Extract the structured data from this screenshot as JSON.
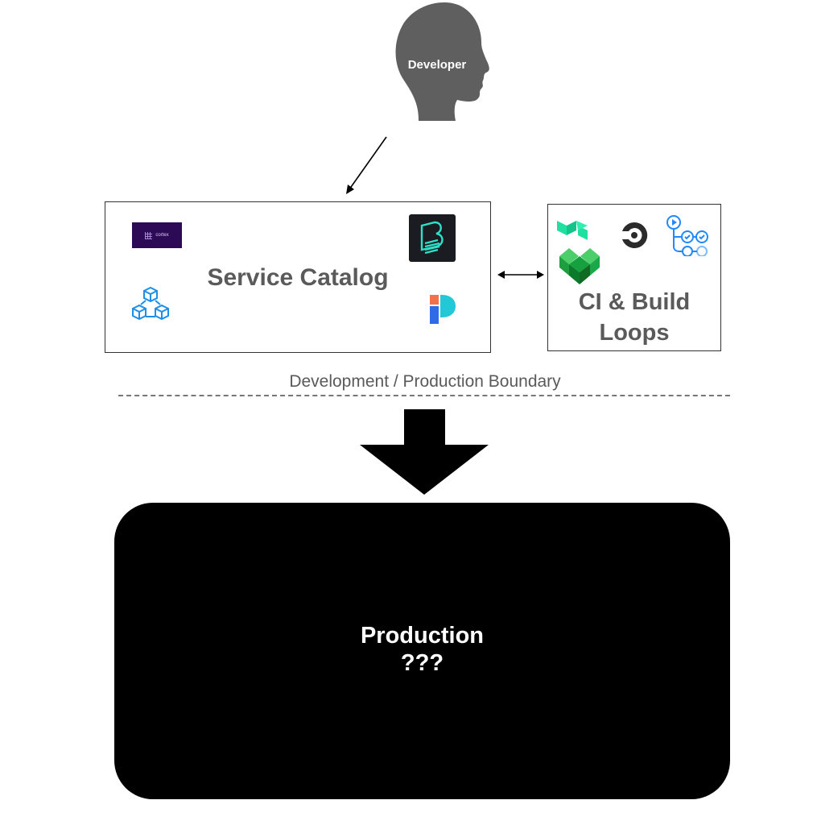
{
  "developer": {
    "label": "Developer",
    "head_color": "#5f5f5f"
  },
  "service_catalog": {
    "title": "Service Catalog",
    "logos": [
      {
        "name": "cortex",
        "text": "cortex",
        "color": "#2d0a56"
      },
      {
        "name": "backstage-like",
        "color": "#1b1b22",
        "accent": "#2de0c8"
      },
      {
        "name": "cubes",
        "color": "#1e8fe6"
      },
      {
        "name": "port",
        "colors": [
          "#f2704a",
          "#22c8d6",
          "#2f6be6"
        ]
      }
    ]
  },
  "ci_build": {
    "title_line1": "CI & Build",
    "title_line2": "Loops",
    "logos": [
      {
        "name": "buildkite",
        "color": "#1fe0a0"
      },
      {
        "name": "circleci",
        "color": "#2b2b2b"
      },
      {
        "name": "github-actions",
        "color": "#2188ff"
      },
      {
        "name": "green-heart-cubes",
        "color": "#1aa84a"
      }
    ]
  },
  "boundary": {
    "label": "Development / Production Boundary"
  },
  "production": {
    "title": "Production",
    "subtitle": "???"
  }
}
